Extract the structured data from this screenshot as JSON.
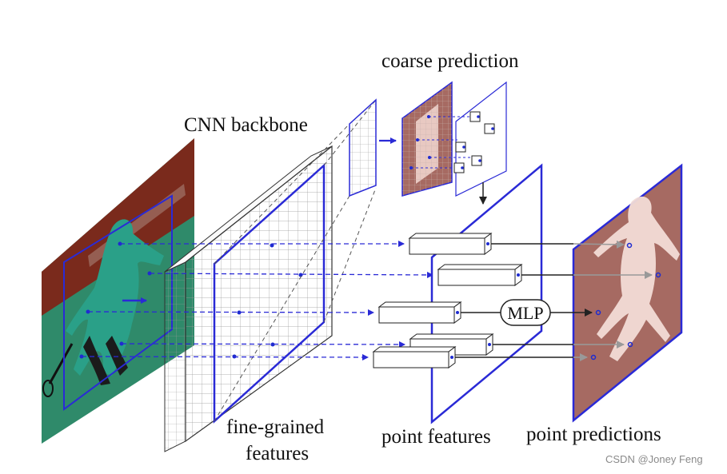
{
  "labels": {
    "coarse_prediction": "coarse prediction",
    "cnn_backbone": "CNN backbone",
    "fine_grained_line1": "fine-grained",
    "fine_grained_line2": "features",
    "point_features": "point features",
    "point_predictions": "point predictions",
    "mlp": "MLP"
  },
  "watermark": "CSDN @Joney Feng",
  "colors": {
    "accent_blue": "#2a2ad6",
    "dot_blue": "#1e2bd0",
    "mask_brown": "#a66a62",
    "mask_light": "#f2dcd6",
    "court_green": "#2f8a6a",
    "court_wall": "#7a2a1c",
    "line_black": "#222222",
    "arrow_gray": "#888888"
  },
  "icons": [
    "blue-arrow-icon",
    "down-arrow-icon"
  ]
}
